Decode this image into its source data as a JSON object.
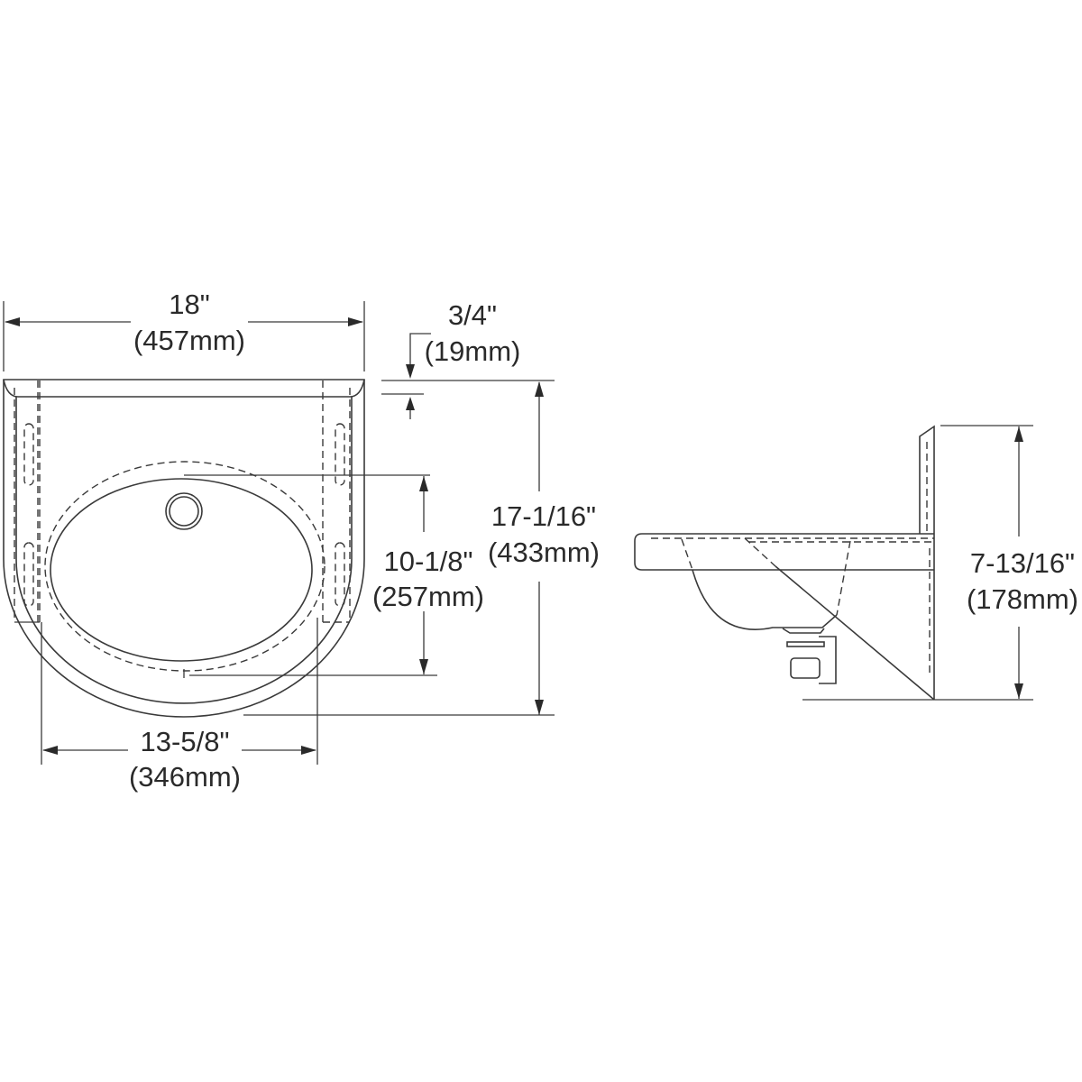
{
  "diagram": {
    "subject": "Wall-hung lavatory sink dimension drawing",
    "views": {
      "top_view": {
        "overall_width": {
          "imperial": "18\"",
          "metric": "(457mm)"
        },
        "overall_depth": {
          "imperial": "17-1/16\"",
          "metric": "(433mm)"
        },
        "bowl_depth": {
          "imperial": "10-1/8\"",
          "metric": "(257mm)"
        },
        "bowl_width": {
          "imperial": "13-5/8\"",
          "metric": "(346mm)"
        },
        "backsplash_offset": {
          "imperial": "3/4\"",
          "metric": "(19mm)"
        }
      },
      "side_view": {
        "overall_height": {
          "imperial": "7-13/16\"",
          "metric": "(178mm)"
        }
      }
    }
  }
}
